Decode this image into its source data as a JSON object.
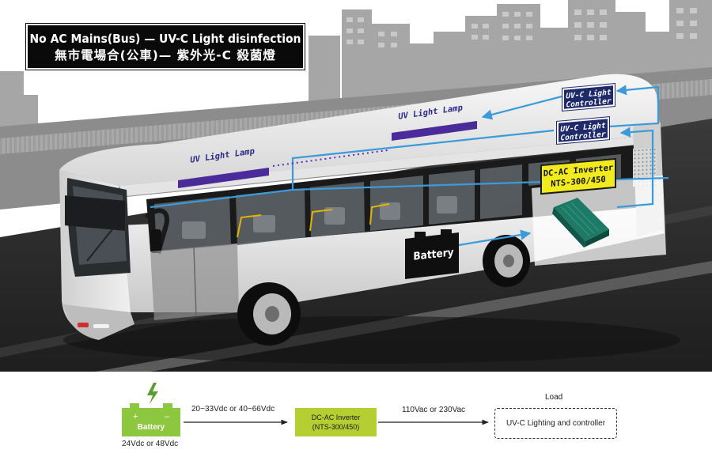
{
  "title": {
    "english": "No AC Mains(Bus) — UV-C Light disinfection",
    "chinese": "無市電場合(公車)— 紫外光-C 殺菌燈"
  },
  "illustration": {
    "lamp_front_label": "UV Light Lamp",
    "lamp_rear_label": "UV Light Lamp",
    "controller_top": [
      "UV-C Light",
      "Controller"
    ],
    "controller_bottom": [
      "UV-C Light",
      "Controller"
    ],
    "inverter_tag": [
      "DC-AC Inverter",
      "NTS-300/450"
    ],
    "battery_label": "Battery"
  },
  "flow": {
    "battery_label": "Battery",
    "battery_voltage": "24Vdc or 48Vdc",
    "dc_range": "20~33Vdc or 40~66Vdc",
    "inverter_lines": [
      "DC-AC Inverter",
      "(NTS-300/450)"
    ],
    "ac_output": "110Vac or 230Vac",
    "load_heading": "Load",
    "load_box": "UV-C Lighting and controller"
  },
  "colors": {
    "arrow_blue": "#3d9ad8",
    "lamp_purple": "#4b2a9a",
    "controller_navy": "#1f2a6b",
    "inverter_yellow": "#f0ea1f",
    "battery_green": "#8dc63f",
    "lightning_green": "#5a9e2f",
    "flow_inverter_green": "#b5cf33"
  }
}
